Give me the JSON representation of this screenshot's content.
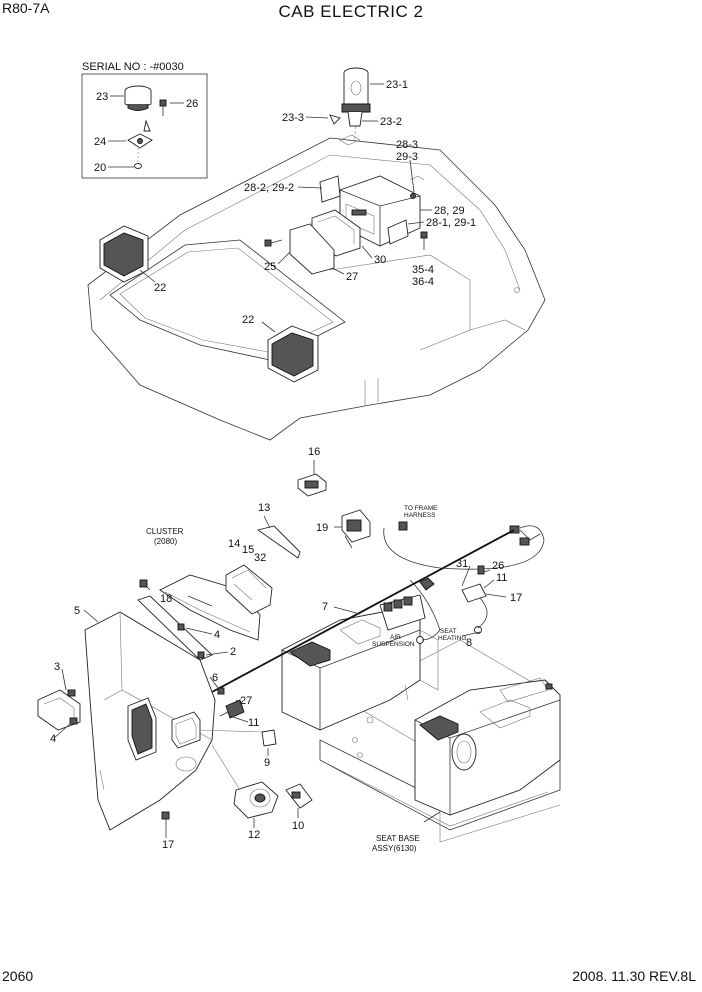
{
  "header": {
    "model": "R80-7A",
    "title": "CAB ELECTRIC 2"
  },
  "footer": {
    "page": "2060",
    "date_rev": "2008. 11.30  REV.8L"
  },
  "inset": {
    "serial": "SERIAL NO : -#0030",
    "labels": [
      "23",
      "26",
      "24",
      "20"
    ]
  },
  "callouts": {
    "c23_1": "23-1",
    "c23_3": "23-3",
    "c23_2": "23-2",
    "c28_3": "28-3",
    "c29_3": "29-3",
    "c28_2_29_2": "28-2, 29-2",
    "c28_29": "28, 29",
    "c28_1_29_1": "28-1, 29-1",
    "c25": "25",
    "c30": "30",
    "c27a": "27",
    "c35_4": "35-4",
    "c36_4": "36-4",
    "c22a": "22",
    "c22b": "22",
    "c16": "16",
    "c13": "13",
    "c19": "19",
    "c14": "14",
    "c15": "15",
    "c32": "32",
    "c18": "18",
    "c5": "5",
    "c4a": "4",
    "c2": "2",
    "c7": "7",
    "c31": "31",
    "c26": "26",
    "c11a": "11",
    "c17a": "17",
    "c8": "8",
    "c3": "3",
    "c6": "6",
    "c27b": "27",
    "c4b": "4",
    "c11b": "11",
    "c9": "9",
    "c12": "12",
    "c10": "10",
    "c17b": "17"
  },
  "notes": {
    "cluster_1": "CLUSTER",
    "cluster_2": "(2080)",
    "to_frame_1": "TO FRAME",
    "to_frame_2": "HARNESS",
    "air_1": "AIR",
    "air_2": "SUSPENSION",
    "seat_h_1": "SEAT",
    "seat_h_2": "HEATING",
    "seat_base_1": "SEAT BASE",
    "seat_base_2": "ASSY(6130)"
  }
}
